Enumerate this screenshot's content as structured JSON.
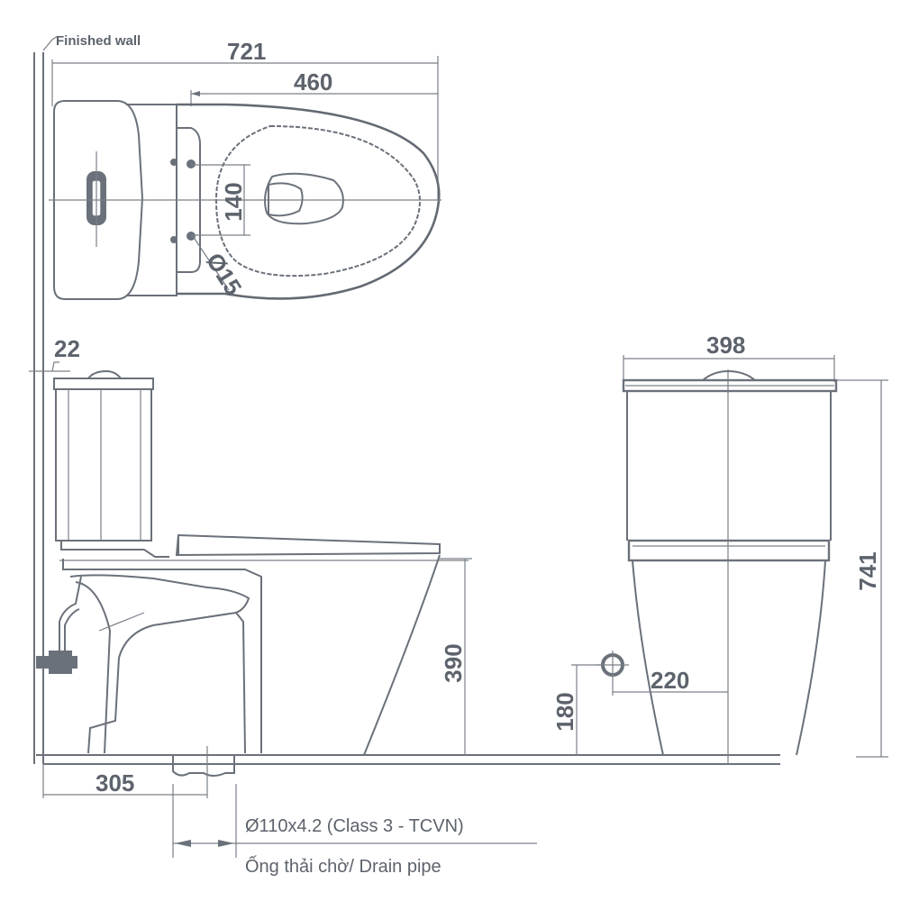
{
  "drawing": {
    "title": "Toilet technical dimension drawing",
    "line_color": "#6b717a",
    "background": "#ffffff",
    "views": {
      "top_view": {
        "label_finished_wall": "Finished wall",
        "dim_overall_length": "721",
        "dim_bowl_length": "460",
        "dim_seat_hole_spacing": "140",
        "dim_seat_hole_diameter": "Ø15"
      },
      "side_view": {
        "dim_tank_wall_gap": "22",
        "dim_bowl_height": "390",
        "dim_drain_offset": "305"
      },
      "front_view": {
        "dim_width": "398",
        "dim_total_height": "741",
        "dim_inlet_height": "180",
        "dim_inlet_offset": "220"
      },
      "drain_note": {
        "spec": "Ø110x4.2 (Class 3 - TCVN)",
        "label": "Ống thải chờ/ Drain pipe"
      }
    }
  }
}
